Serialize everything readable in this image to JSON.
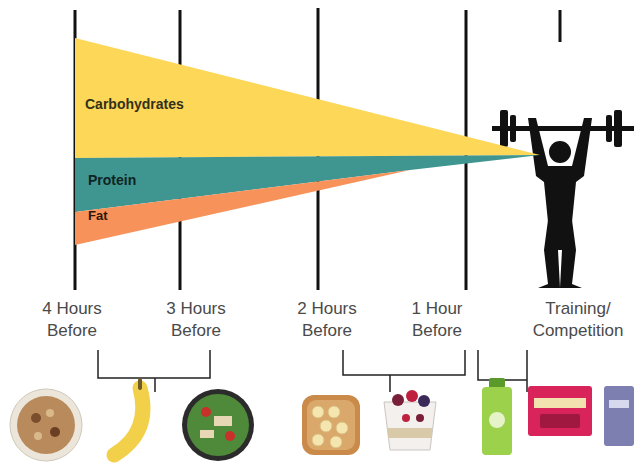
{
  "diagram": {
    "nodes": [
      {
        "text": [
          "Carbohydrates"
        ]
      },
      {
        "text": [
          "Protein"
        ]
      },
      {
        "text": [
          "Fat"
        ]
      }
    ],
    "labels": [
      "4 Hours Before",
      "3 Hours Before",
      "2 Hours Before",
      "1 Hour Before",
      "Training/ Competition"
    ]
  }
}
